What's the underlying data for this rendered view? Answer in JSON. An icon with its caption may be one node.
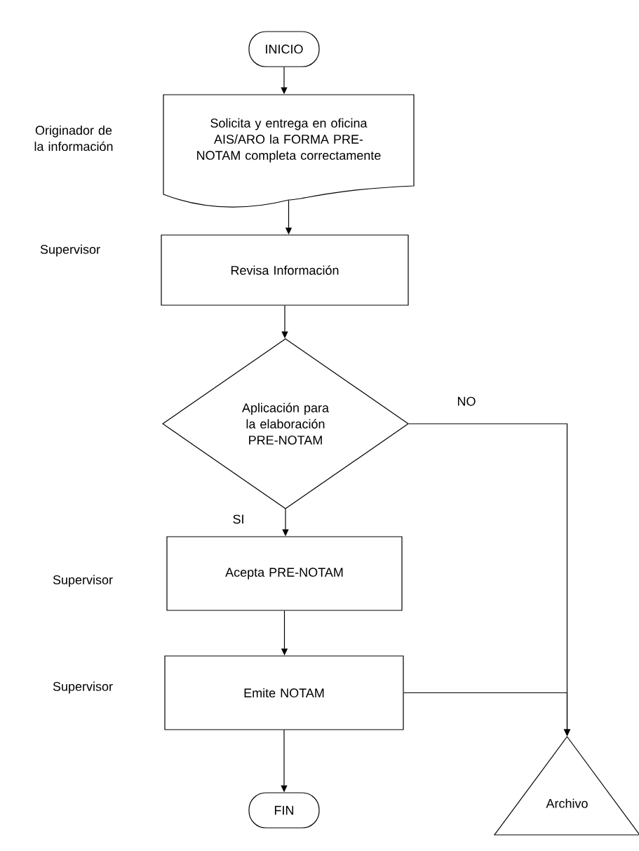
{
  "diagram": {
    "nodes": [
      {
        "text": [
          "INICIO"
        ]
      },
      {
        "text": [
          "Solicita y entrega en oficina AIS/ARO la FORMA PRE-NOTAM completa correctamente"
        ]
      },
      {
        "text": [
          "Revisa Información"
        ]
      },
      {
        "text": [
          "Aplicación para la elaboración PRE-NOTAM"
        ]
      },
      {
        "text": [
          "Acepta PRE-NOTAM"
        ]
      },
      {
        "text": [
          "Emite NOTAM"
        ]
      },
      {
        "text": [
          "FIN"
        ]
      },
      {
        "text": [
          "Archivo"
        ]
      }
    ],
    "edges": [
      {
        "from": 0,
        "to": 1,
        "arrow": "to"
      },
      {
        "from": 1,
        "to": 2,
        "arrow": "to"
      },
      {
        "from": 2,
        "to": 3,
        "arrow": "to"
      },
      {
        "from": 3,
        "to": 4,
        "arrow": "to",
        "label": "SI"
      },
      {
        "from": 4,
        "to": 5,
        "arrow": "to"
      },
      {
        "from": 5,
        "to": 6,
        "arrow": "to"
      },
      {
        "from": 3,
        "to": 7,
        "arrow": "to",
        "label": "NO"
      },
      {
        "from": 5,
        "to": 7,
        "arrow": "to"
      }
    ],
    "labels": [
      "Originador de la información",
      "Supervisor",
      "Supervisor",
      "Supervisor"
    ]
  }
}
